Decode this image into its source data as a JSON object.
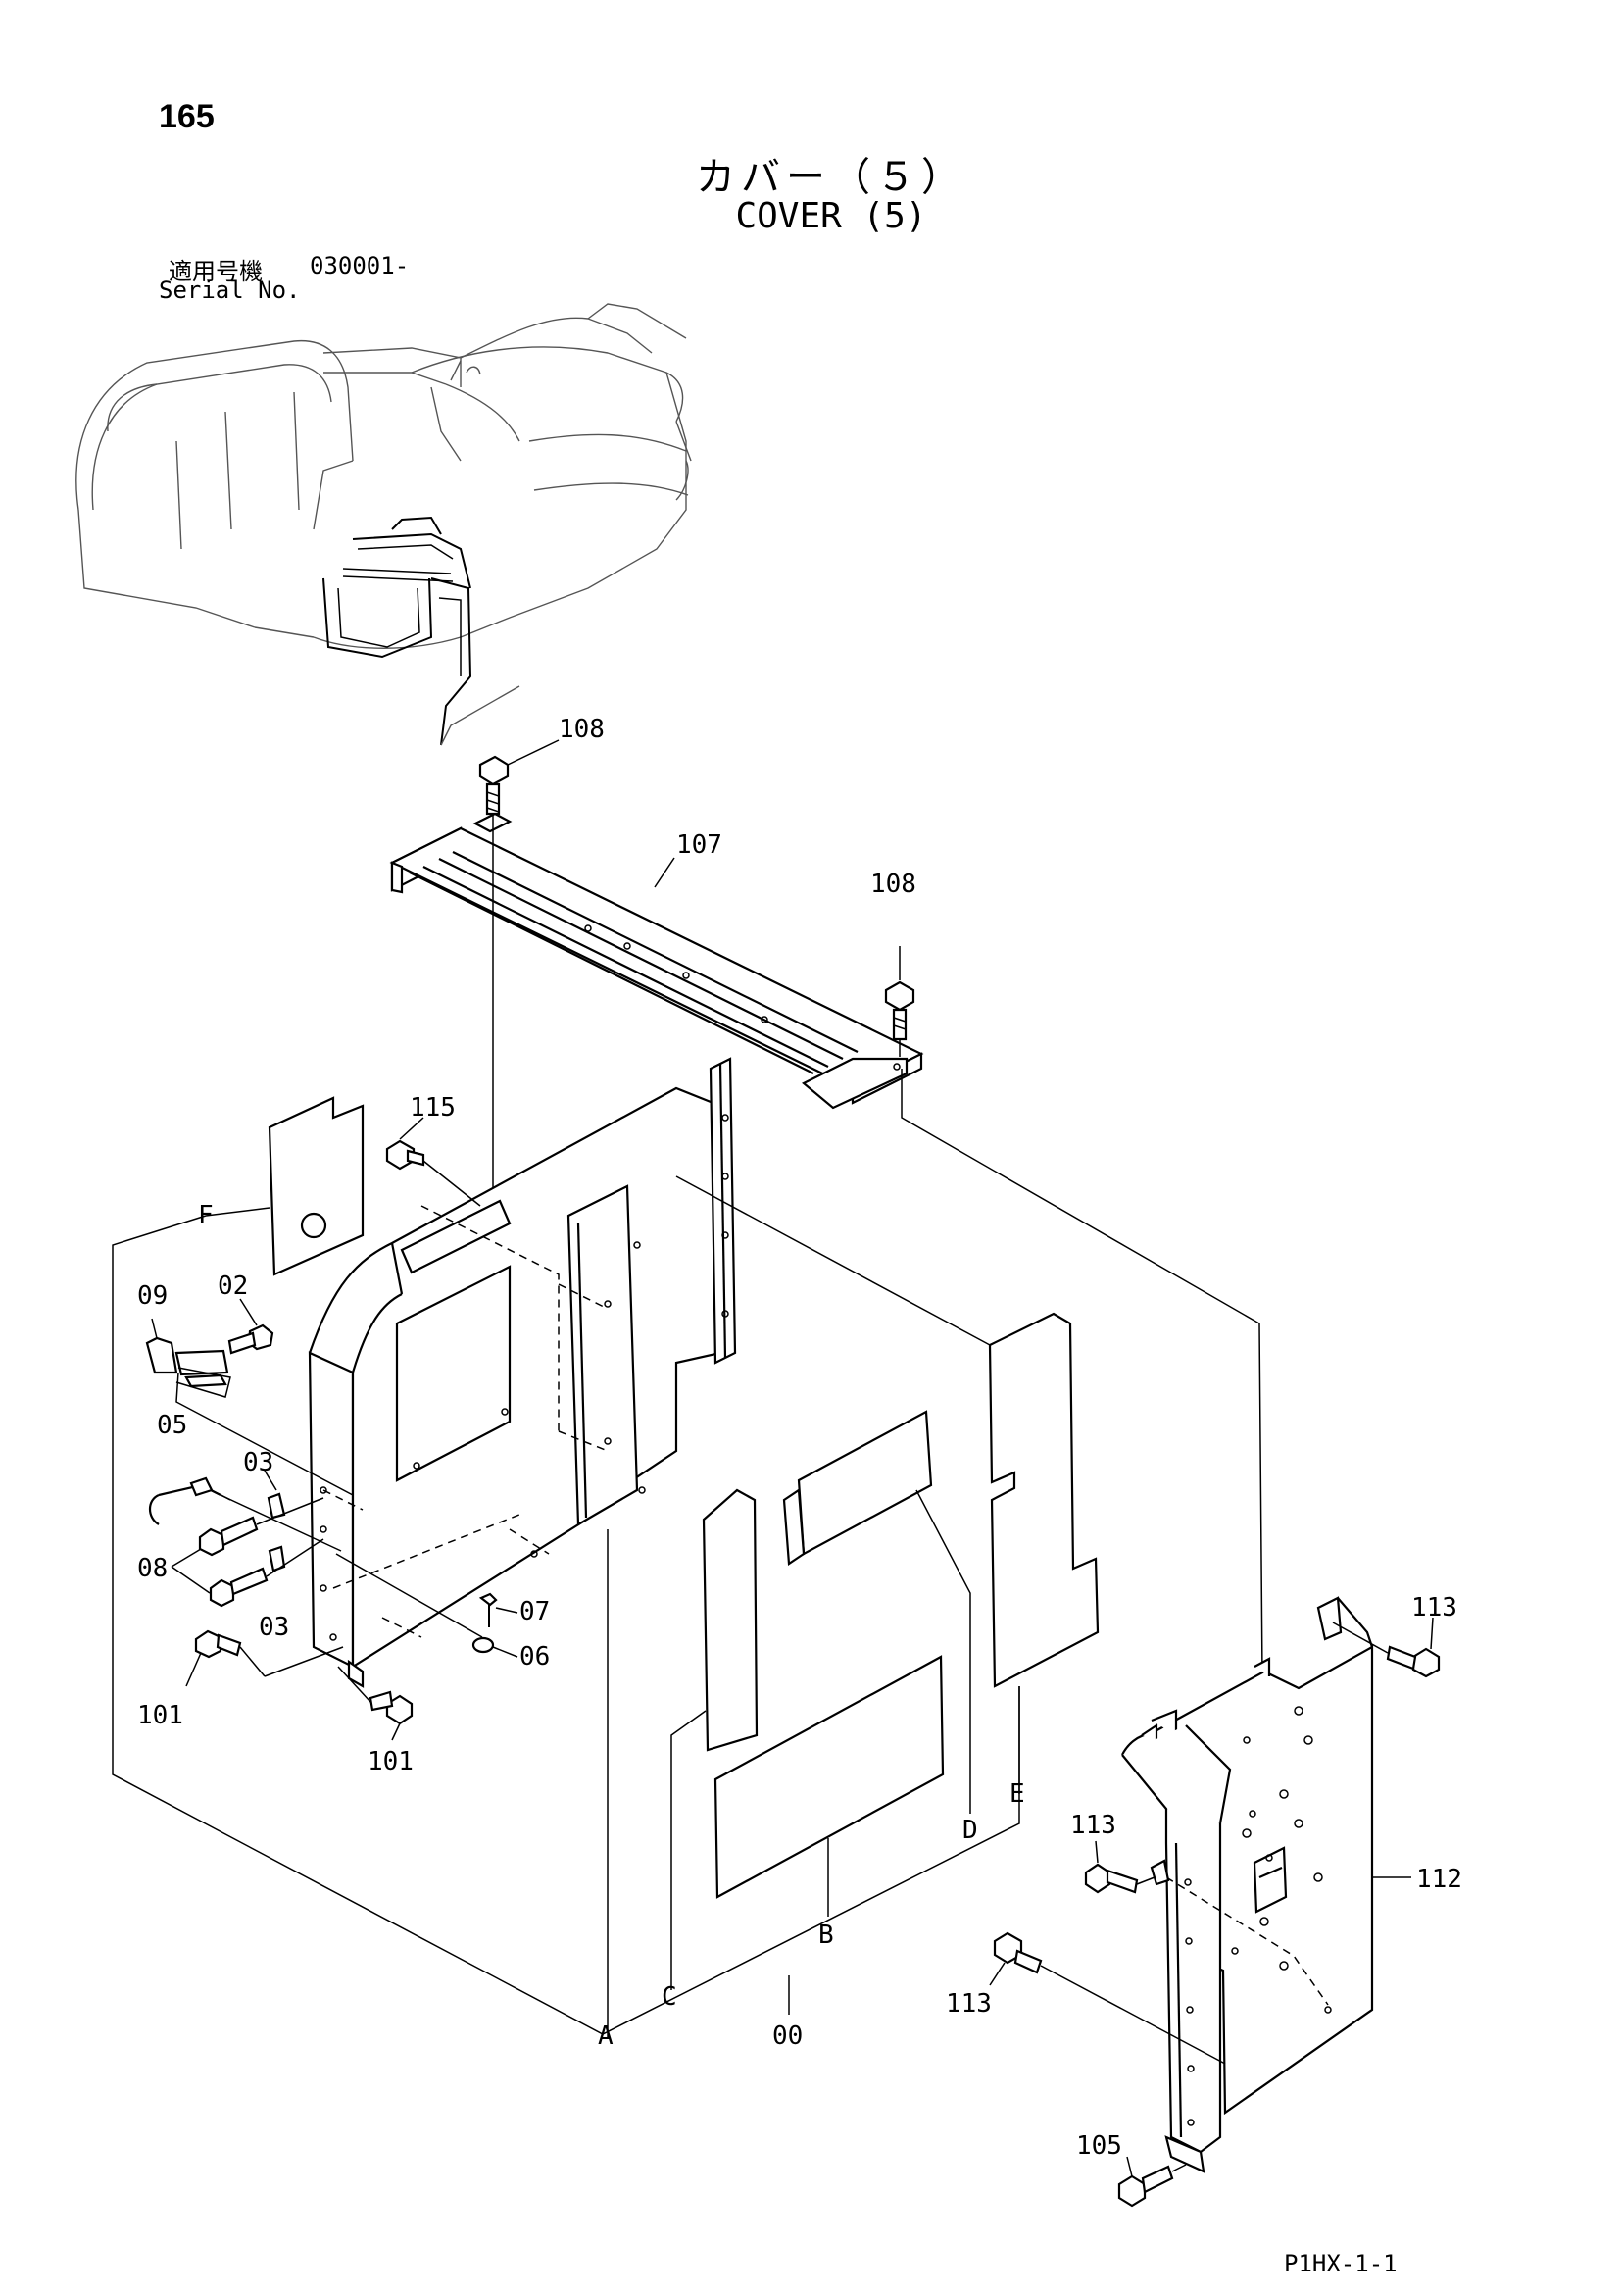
{
  "header": {
    "page_number": "165",
    "title_jp": "カバー（５）",
    "title_en": "COVER (5)",
    "serial_label_jp": "適用号機",
    "serial_value": "030001-",
    "serial_label_en": "Serial No."
  },
  "footer": {
    "code": "P1HX-1-1"
  },
  "callouts": {
    "c108a": "108",
    "c107": "107",
    "c108b": "108",
    "c115": "115",
    "cF": "F",
    "c09": "09",
    "c02": "02",
    "c05": "05",
    "c03a": "03",
    "c08": "08",
    "c03b": "03",
    "c07": "07",
    "c06": "06",
    "c101a": "101",
    "c101b": "101",
    "cA": "A",
    "cC": "C",
    "c00": "00",
    "cB": "B",
    "cD": "D",
    "cE": "E",
    "c113a": "113",
    "c113b": "113",
    "c113c": "113",
    "c112": "112",
    "c105": "105"
  }
}
